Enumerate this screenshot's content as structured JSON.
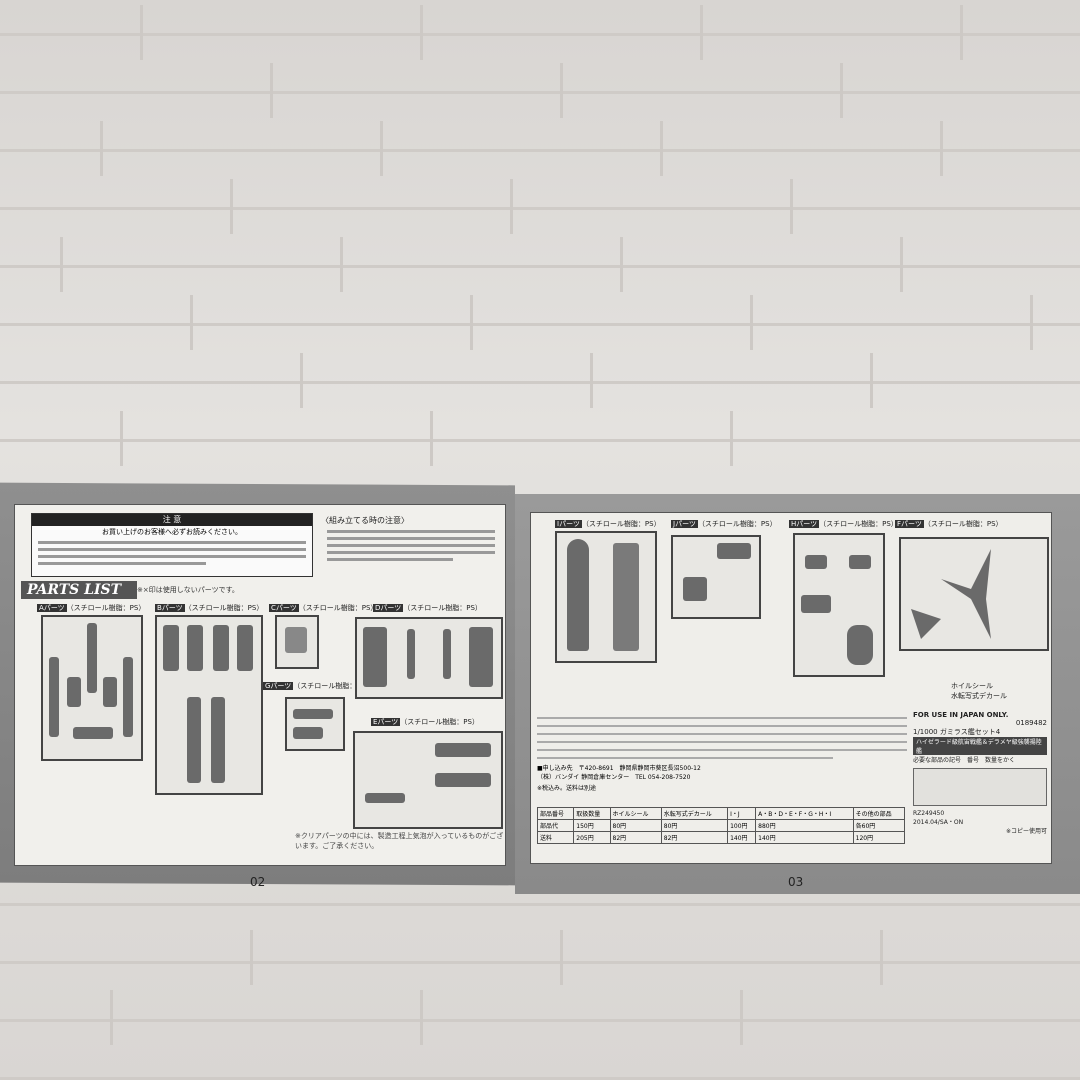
{
  "booklet": {
    "left_page": {
      "caution_title": "注 意",
      "caution_subtitle": "お買い上げのお客様へ必ずお読みください。",
      "assembly_title": "〈組み立てる時の注意〉",
      "parts_list_label": "PARTS LIST",
      "parts_note": "※×印は使用しないパーツです。",
      "parts": [
        {
          "id": "A",
          "label": "Aパーツ",
          "material": "（スチロール樹脂：PS）"
        },
        {
          "id": "B",
          "label": "Bパーツ",
          "material": "（スチロール樹脂：PS）"
        },
        {
          "id": "C",
          "label": "Cパーツ",
          "material": "（スチロール樹脂：PS）"
        },
        {
          "id": "D",
          "label": "Dパーツ",
          "material": "（スチロール樹脂：PS）"
        },
        {
          "id": "E",
          "label": "Eパーツ",
          "material": "（スチロール樹脂：PS）"
        },
        {
          "id": "G",
          "label": "Gパーツ",
          "material": "（スチロール樹脂：PS）"
        }
      ],
      "footnote": "※クリアパーツの中には、製造工程上気泡が入っているものがございます。ご了承ください。",
      "page_number": "02"
    },
    "right_page": {
      "parts": [
        {
          "id": "I",
          "label": "Iパーツ",
          "material": "（スチロール樹脂：PS）"
        },
        {
          "id": "J",
          "label": "Jパーツ",
          "material": "（スチロール樹脂：PS）"
        },
        {
          "id": "H",
          "label": "Hパーツ",
          "material": "（スチロール樹脂：PS）"
        },
        {
          "id": "F",
          "label": "Fパーツ",
          "material": "（スチロール樹脂：PS）"
        }
      ],
      "sticker_note_1": "ホイルシール",
      "sticker_note_2": "水転写式デカール",
      "contact_line": "■申し込み先　〒420-8691　静岡県静岡市葵区長沼500-12",
      "contact_company": "（株）バンダイ 静岡倉庫センター　TEL 054-208-7520",
      "price_header_note": "※税込み。送料は別途",
      "price_table": {
        "headers": [
          "部品番号",
          "取扱数量",
          "ホイルシール",
          "水転写式デカール",
          "I・J",
          "A・B・D・E・F・G・H・I",
          "その他の部品"
        ],
        "rows": [
          [
            "部品代",
            "150円",
            "80円",
            "80円",
            "100円",
            "880円",
            "各60円"
          ],
          [
            "送料",
            "205円",
            "82円",
            "82円",
            "140円",
            "140円",
            "120円"
          ]
        ]
      },
      "japan_only": "FOR USE IN JAPAN ONLY.",
      "product_code": "0189482",
      "product_name": "1/1000 ガミラス艦セット4",
      "product_name_2": "ハイゼラード級航宙戦艦＆デラメヤ級強襲揚陸艦",
      "needed_parts": "必要な部品の記号　番号　数量をかく",
      "issue_code": "RZ249450",
      "date_line": "2014.04/SA・ON",
      "copy_mark": "※コピー使用可",
      "page_number": "03"
    }
  }
}
